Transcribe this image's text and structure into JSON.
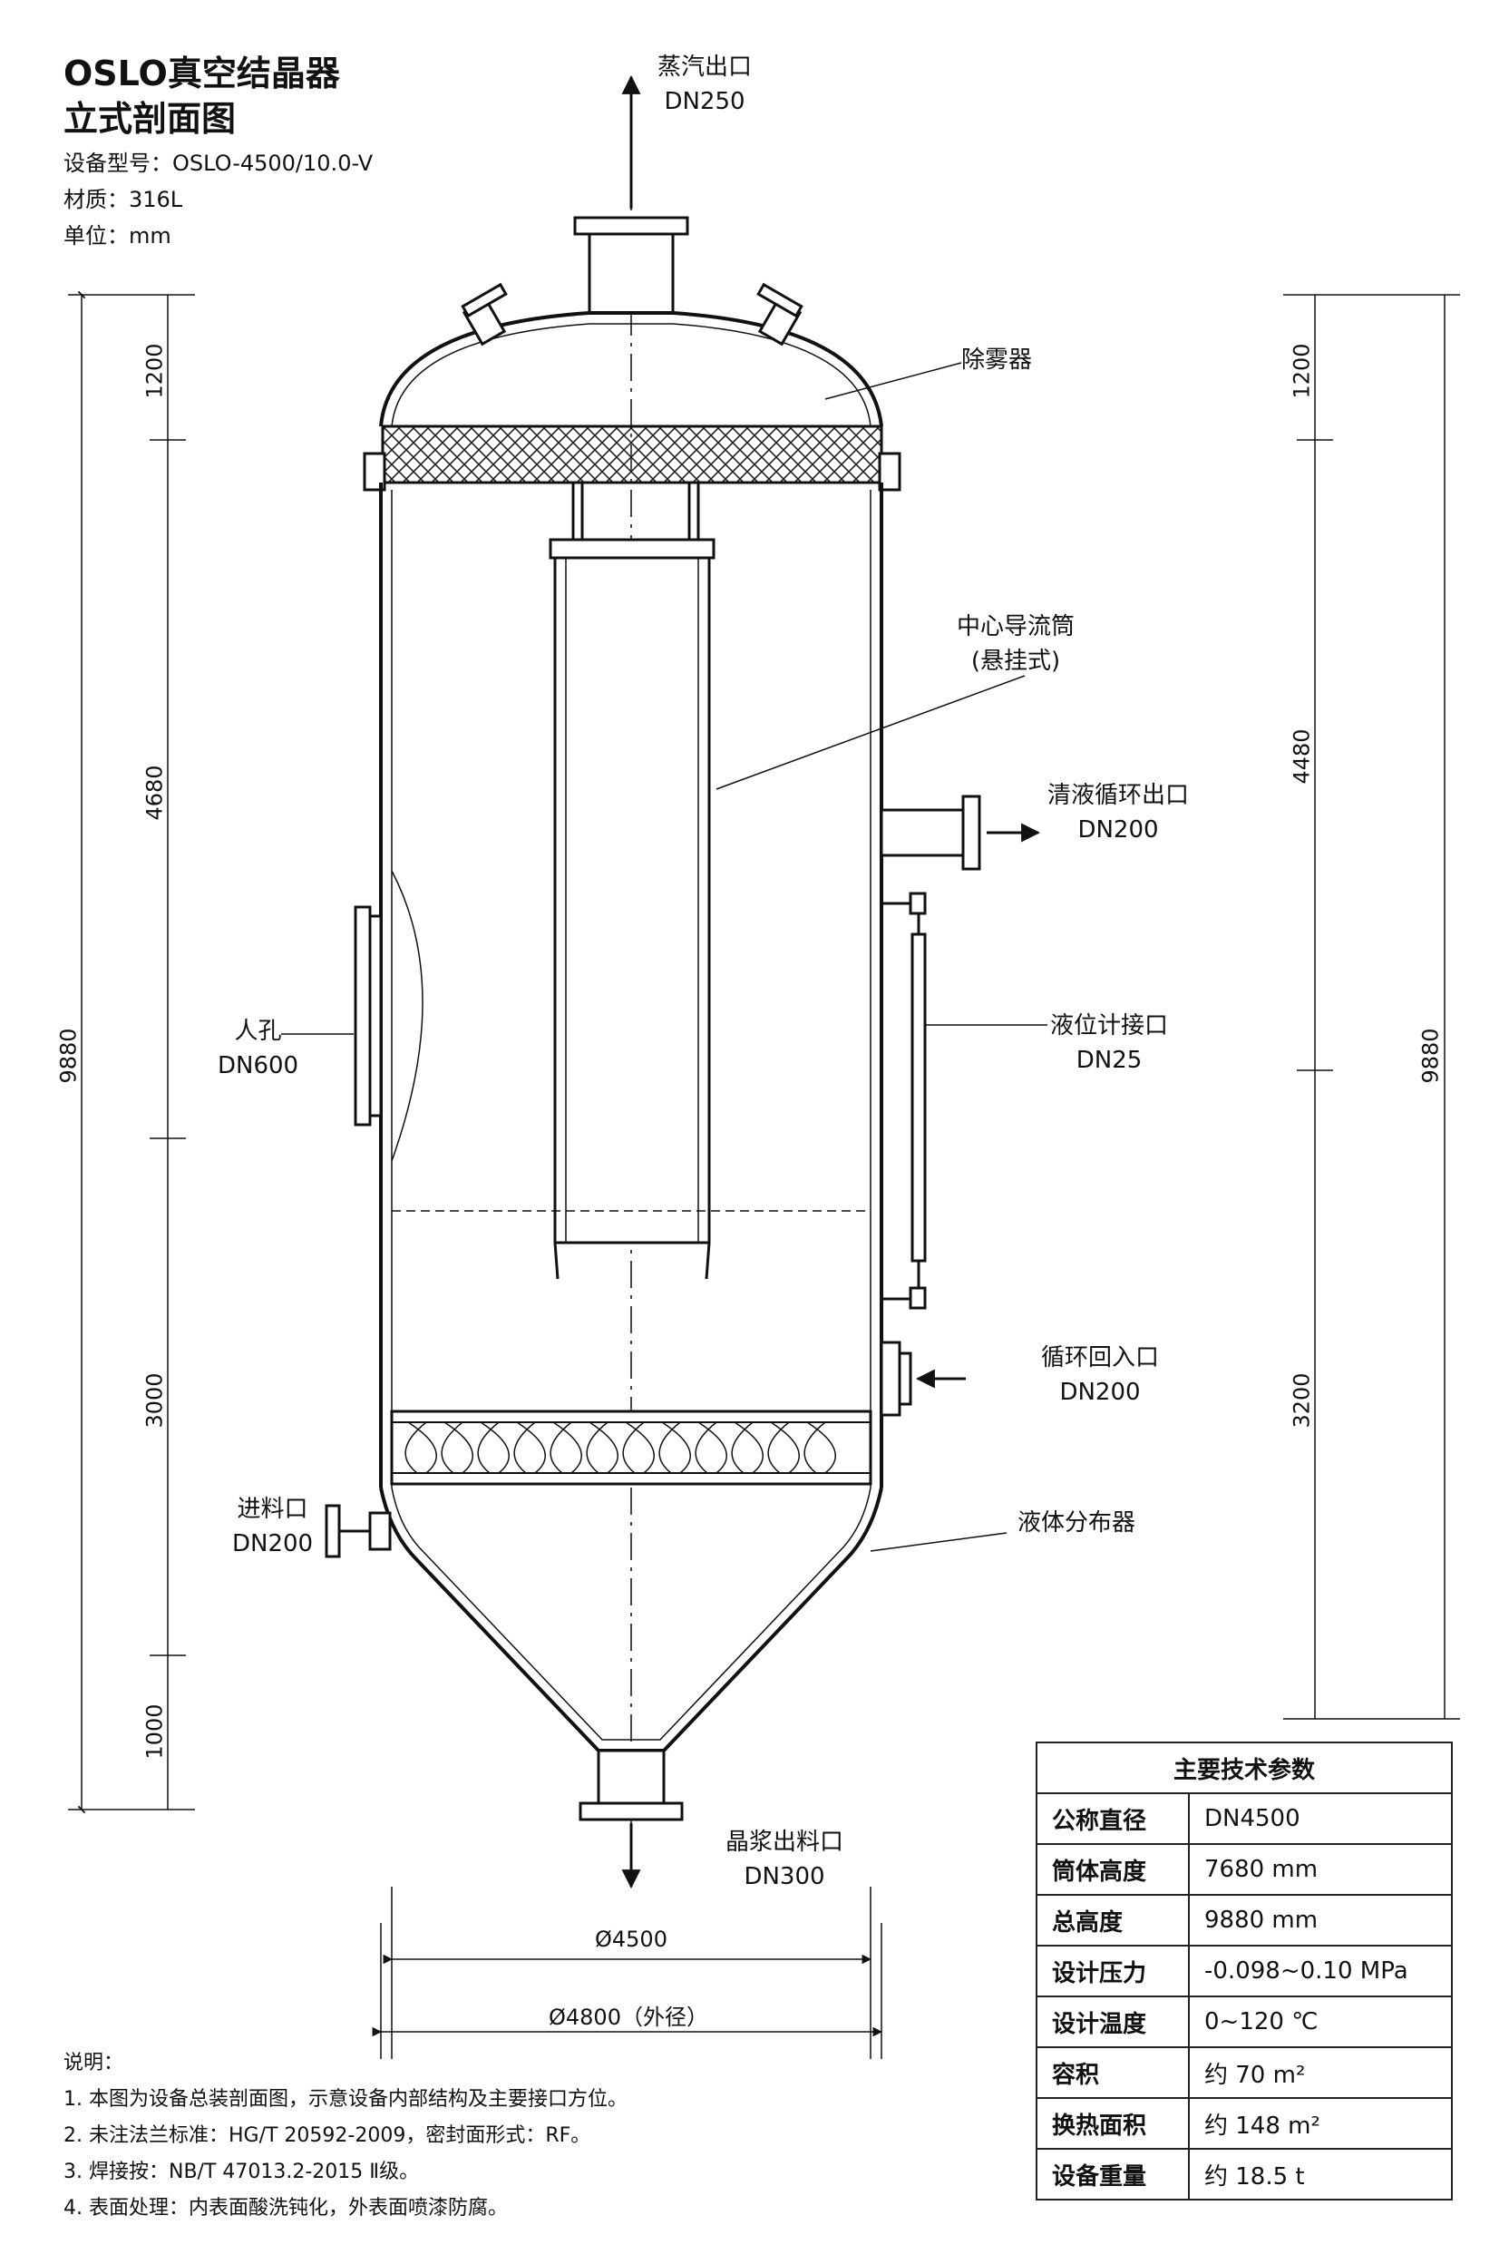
{
  "header": {
    "title_line1": "OSLO真空结晶器",
    "title_line2": "立式剖面图",
    "model": "设备型号：OSLO-4500/10.0-V",
    "material": "材质：316L",
    "unit": "单位：mm"
  },
  "callouts": {
    "vapor_outlet": {
      "name": "蒸汽出口",
      "size": "DN250"
    },
    "demister": {
      "name": "除雾器"
    },
    "draft_tube": {
      "name": "中心导流筒",
      "note": "(悬挂式)"
    },
    "clear_liquor_outlet": {
      "name": "清液循环出口",
      "size": "DN200"
    },
    "level_gauge": {
      "name": "液位计接口",
      "size": "DN25"
    },
    "manhole": {
      "name": "人孔",
      "size": "DN600"
    },
    "recirc_inlet": {
      "name": "循环回入口",
      "size": "DN200"
    },
    "feed_inlet": {
      "name": "进料口",
      "size": "DN200"
    },
    "distributor": {
      "name": "液体分布器"
    },
    "slurry_outlet": {
      "name": "晶浆出料口",
      "size": "DN300"
    }
  },
  "dimensions": {
    "left": [
      "1200",
      "4680",
      "3000",
      "1000"
    ],
    "left_total": "9880",
    "right": [
      "1200",
      "4480",
      "3200"
    ],
    "right_total": "9880",
    "inner_diameter": "Ø4500",
    "outer_diameter": "Ø4800（外径）"
  },
  "spec_table": {
    "title": "主要技术参数",
    "rows": [
      {
        "key": "公称直径",
        "value": "DN4500"
      },
      {
        "key": "筒体高度",
        "value": "7680 mm"
      },
      {
        "key": "总高度",
        "value": "9880 mm"
      },
      {
        "key": "设计压力",
        "value": "-0.098~0.10 MPa"
      },
      {
        "key": "设计温度",
        "value": "0~120 ℃"
      },
      {
        "key": "容积",
        "value": "约 70 m²"
      },
      {
        "key": "换热面积",
        "value": "约 148 m²"
      },
      {
        "key": "设备重量",
        "value": "约 18.5 t"
      }
    ]
  },
  "notes": {
    "heading": "说明：",
    "items": [
      "1.  本图为设备总装剖面图，示意设备内部结构及主要接口方位。",
      "2.  未注法兰标准：HG/T 20592-2009，密封面形式：RF。",
      "3.  焊接按：NB/T 47013.2-2015 Ⅱ级。",
      "4.  表面处理：内表面酸洗钝化，外表面喷漆防腐。"
    ]
  }
}
